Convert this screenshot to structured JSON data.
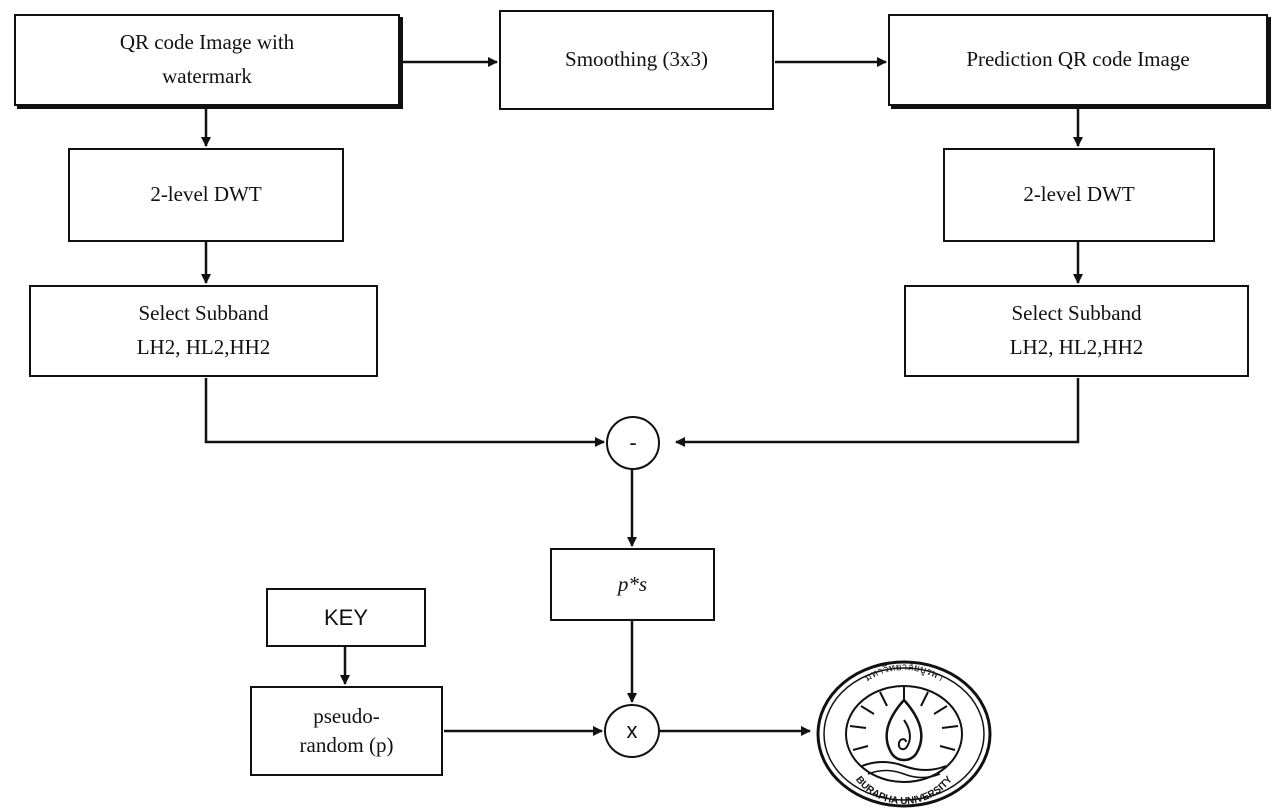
{
  "nodes": {
    "qr_input": [
      "QR code Image with",
      "watermark"
    ],
    "smoothing": "Smoothing (3x3)",
    "prediction": "Prediction QR code Image",
    "dwt_left": "2-level DWT",
    "dwt_right": "2-level DWT",
    "subband_left": [
      "Select Subband",
      "LH2, HL2,HH2"
    ],
    "subband_right": [
      "Select Subband",
      "LH2, HL2,HH2"
    ],
    "minus": "-",
    "product": "p*s",
    "key": "KEY",
    "pseudo": [
      "pseudo-",
      "random (p)"
    ],
    "multiply": "x"
  },
  "seal": {
    "text_top": "มหาวิทยาลัยบูรพา",
    "text_bottom": "BURAPHA UNIVERSITY"
  },
  "colors": {
    "stroke": "#111111",
    "background": "#ffffff"
  }
}
